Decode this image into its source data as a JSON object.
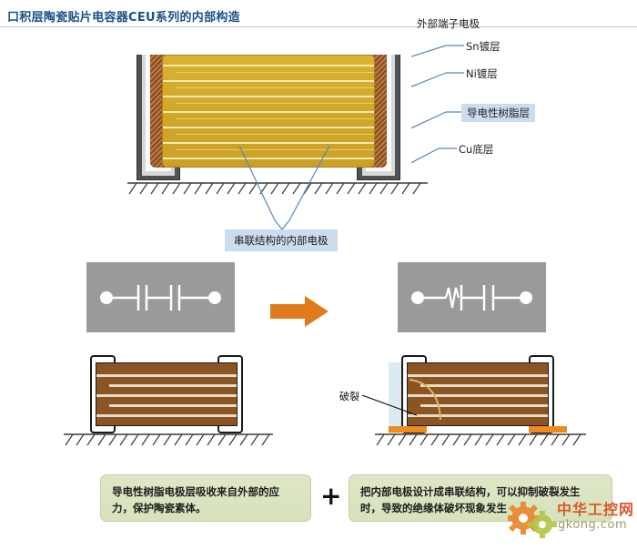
{
  "title": "口积层陶瓷贴片电容器CEU系列的内部构造",
  "labels": {
    "external_terminal": "外部端子电极",
    "sn_plating": "Sn镀层",
    "ni_plating": "Ni镀层",
    "conductive_resin": "导电性树脂层",
    "cu_base": "Cu底层",
    "series_internal_electrode": "串联结构的内部电极",
    "crack": "破裂"
  },
  "bottom_notes": {
    "left": "导电性树脂电极层吸收来自外部的应力，保护陶瓷素体。",
    "plus": "+",
    "right": "把内部电极设计成串联结构，可以抑制破裂发生时，导致的绝缘体破坏现象发生"
  },
  "watermark": {
    "cn": "中华工控网",
    "en": "gkong.com"
  },
  "colors": {
    "title": "#1a4f8a",
    "highlight_bg": "#ccdcef",
    "ceramic": "#d2a82b",
    "resin_copper": "#9a5a2a",
    "sn_layer": "#4e5256",
    "ni_layer": "#d8d8d6",
    "arrow": "#e07b1b",
    "note_bg": "#dfe7c8",
    "panel_bg": "#9a9a9a",
    "solder": "#ef8b1e",
    "low_body": "#8a5522",
    "leader": "#5b87b5"
  },
  "schematic": {
    "left_caption": "",
    "right_caption": ""
  }
}
